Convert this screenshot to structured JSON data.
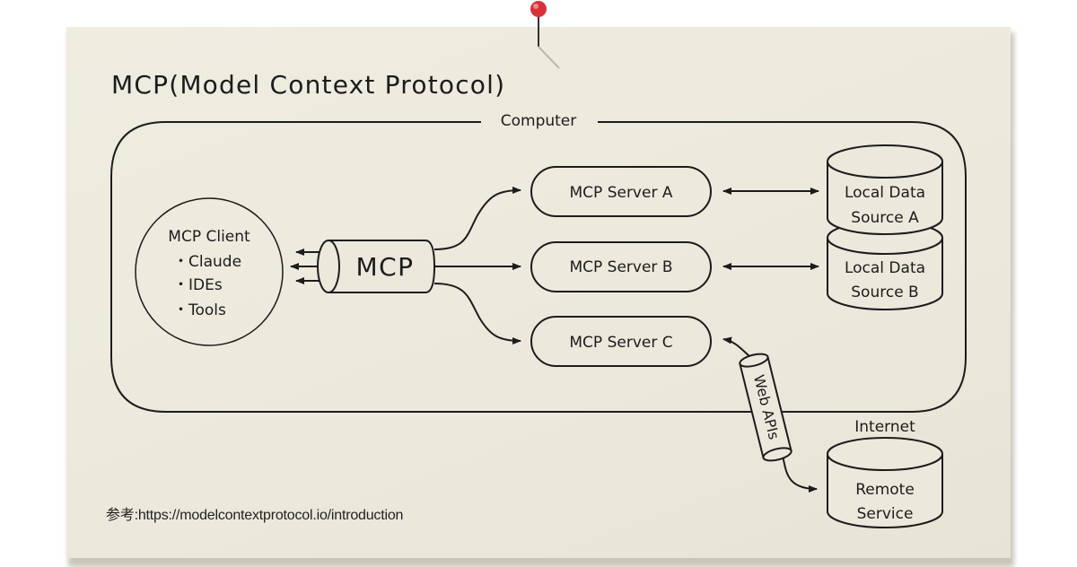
{
  "title": "MCP(Model Context Protocol)",
  "computer_label": "Computer",
  "client": {
    "title": "MCP Client",
    "items": [
      "・Claude",
      "・IDEs",
      "・Tools"
    ]
  },
  "mcp_pipe_label": "MCP",
  "servers": [
    "MCP Server A",
    "MCP Server B",
    "MCP Server C"
  ],
  "local_sources": [
    {
      "line1": "Local Data",
      "line2": "Source A"
    },
    {
      "line1": "Local Data",
      "line2": "Source B"
    }
  ],
  "web_apis_label": "Web APIs",
  "internet_label": "Internet",
  "remote": {
    "line1": "Remote",
    "line2": "Service"
  },
  "reference": "参考:https://modelcontextprotocol.io/introduction",
  "colors": {
    "paper": "#ece8dc",
    "ink": "#1c1c1c",
    "pin": "#d9313a"
  }
}
